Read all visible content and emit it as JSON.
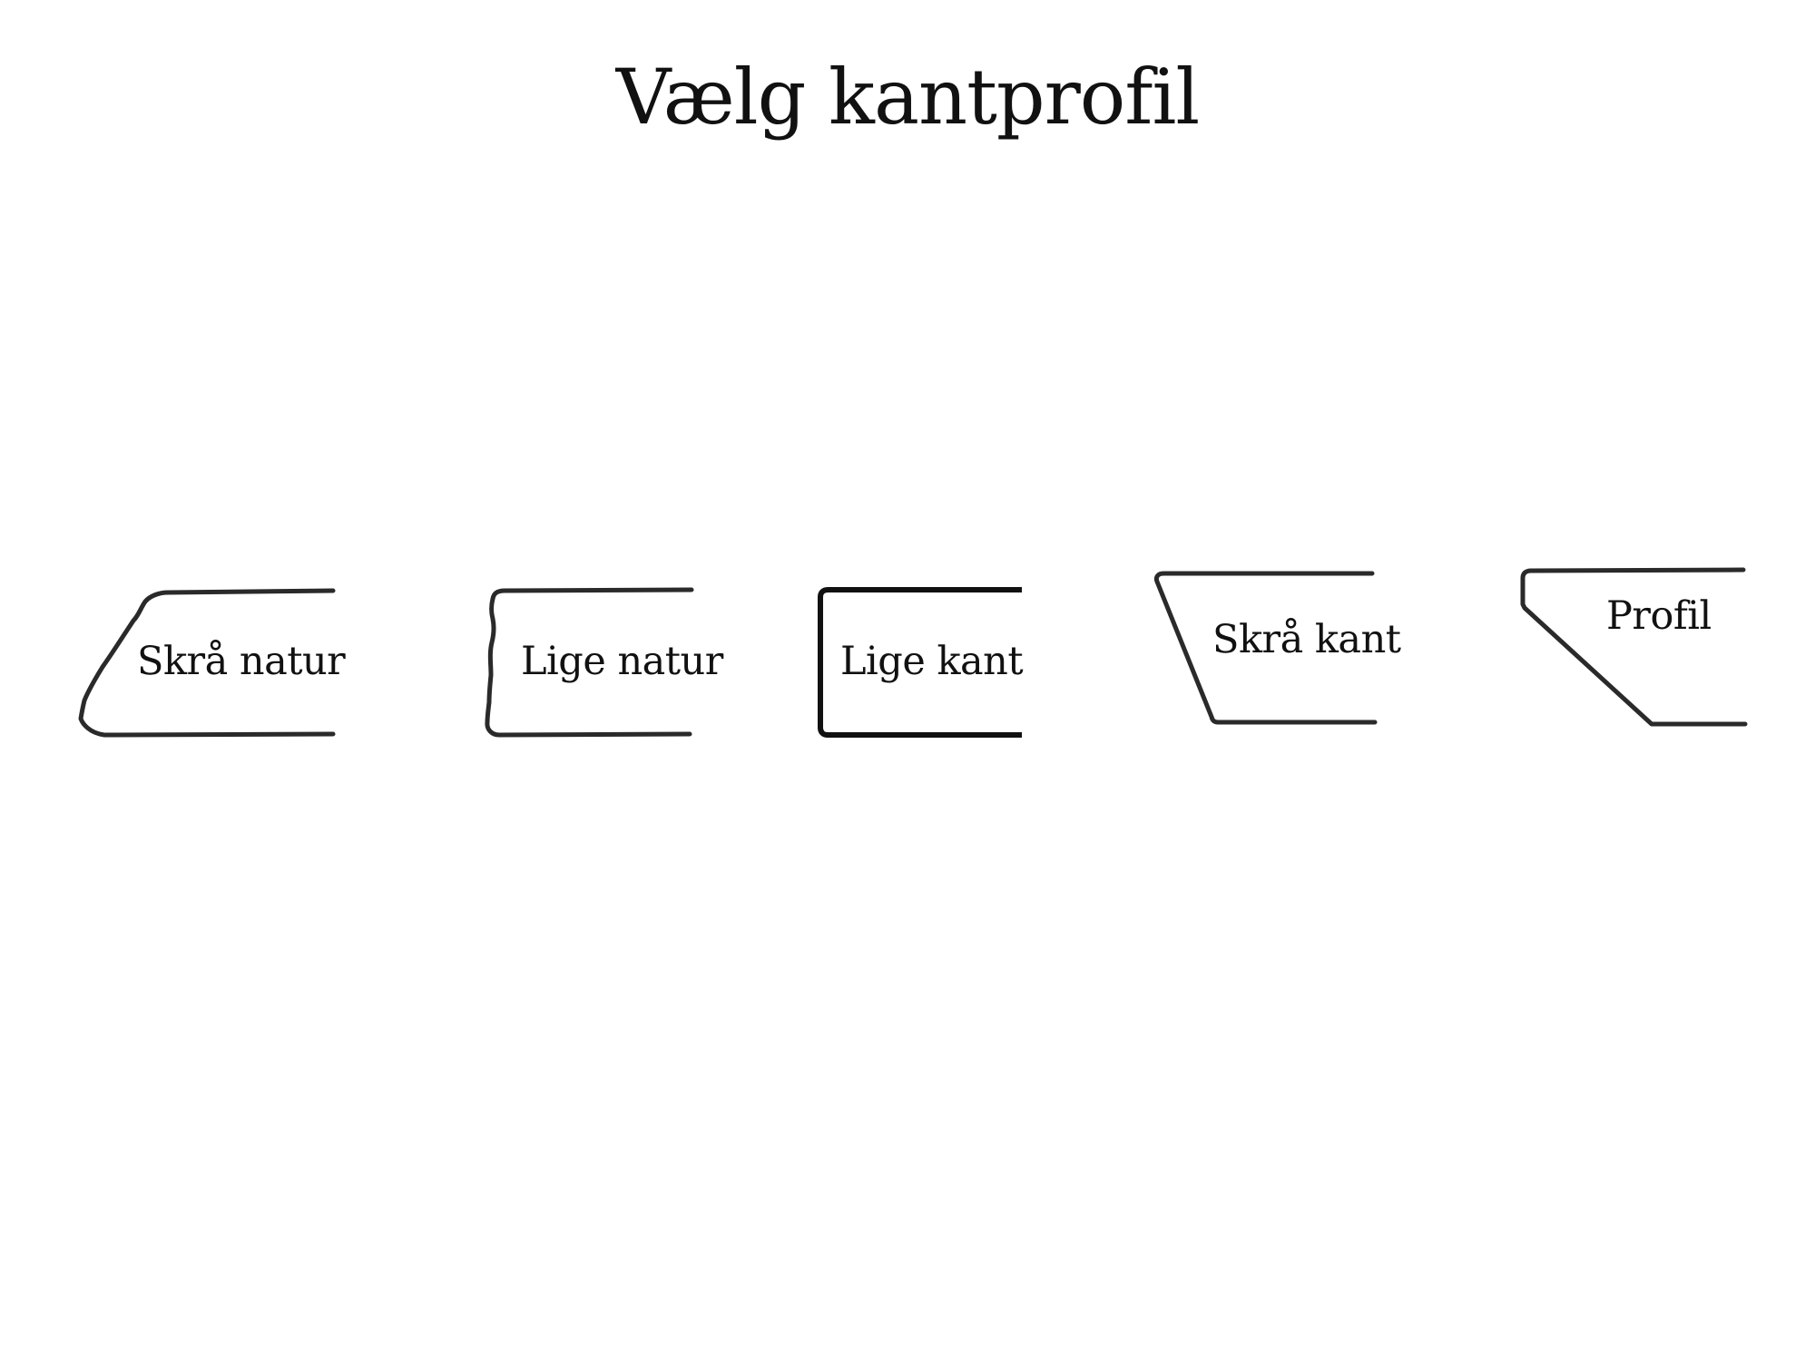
{
  "title": "Vælg kantprofil",
  "profiles": [
    {
      "id": "skraa-natur",
      "label": "Skrå natur",
      "icon": "slanted-natural-edge-icon"
    },
    {
      "id": "lige-natur",
      "label": "Lige natur",
      "icon": "straight-natural-edge-icon"
    },
    {
      "id": "lige-kant",
      "label": "Lige kant",
      "icon": "straight-edge-icon"
    },
    {
      "id": "skraa-kant",
      "label": "Skrå kant",
      "icon": "slanted-edge-icon"
    },
    {
      "id": "profil",
      "label": "Profil",
      "icon": "profile-edge-icon"
    }
  ],
  "colors": {
    "stroke": "#2a2a2a",
    "stroke_dark": "#111111",
    "text": "#111111",
    "background": "#ffffff"
  }
}
